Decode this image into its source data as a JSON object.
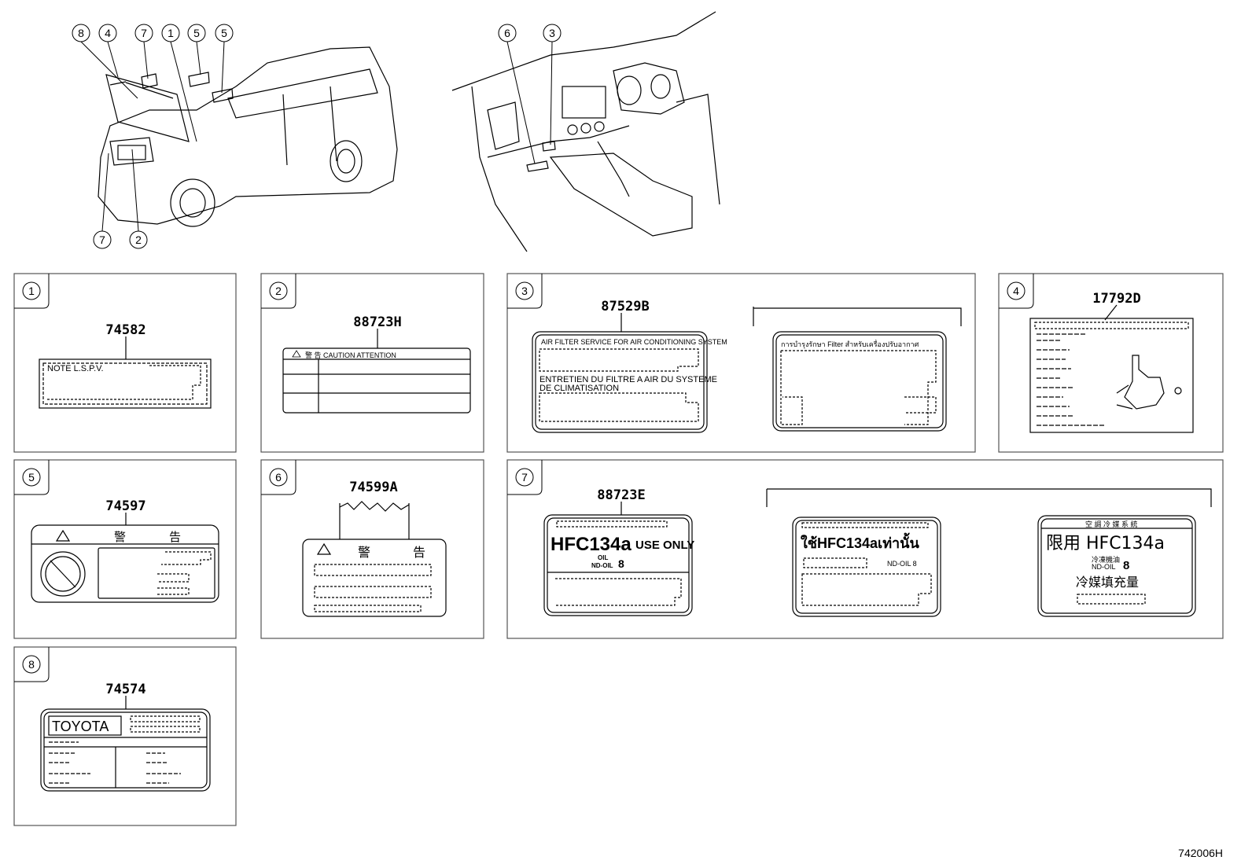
{
  "callouts": {
    "car": [
      "8",
      "4",
      "7",
      "1",
      "5",
      "5",
      "7",
      "2"
    ],
    "dash": [
      "6",
      "3"
    ]
  },
  "panels": {
    "p1": {
      "num": "1",
      "part": "74582",
      "text": "NOTE  L.S.P.V."
    },
    "p2": {
      "num": "2",
      "part": "88723H",
      "text": "警 告  CAUTION  ATTENTION"
    },
    "p3": {
      "num": "3",
      "part": "87529B",
      "line1": "AIR FILTER SERVICE FOR AIR CONDITIONING SYSTEM",
      "line2": "ENTRETIEN DU FILTRE A AIR DU SYSTEME",
      "line3": "DE CLIMATISATION",
      "thai": "การบำรุงรักษา Filter สำหรับเครื่องปรับอากาศ"
    },
    "p4": {
      "num": "4",
      "part": "17792D"
    },
    "p5": {
      "num": "5",
      "part": "74597",
      "warn1": "警",
      "warn2": "告"
    },
    "p6": {
      "num": "6",
      "part": "74599A",
      "warn1": "警",
      "warn2": "告"
    },
    "p7": {
      "num": "7",
      "part": "88723E",
      "hfc": "HFC134a",
      "useonly": "USE ONLY",
      "oil1": "OIL",
      "oil2": "ND-OIL",
      "eight": "8",
      "thai": "ใช้HFC134aเท่านั้น",
      "thaioil": "ND-OIL 8",
      "cn_top": "空 調 冷 媒 系 統",
      "cn_main": "限用 HFC134a",
      "cn_oil1": "冷凍機油",
      "cn_oil2": "ND-OIL",
      "cn_fill": "冷媒填充量"
    },
    "p8": {
      "num": "8",
      "part": "74574",
      "brand": "TOYOTA"
    }
  },
  "footer": {
    "code": "742006H"
  }
}
